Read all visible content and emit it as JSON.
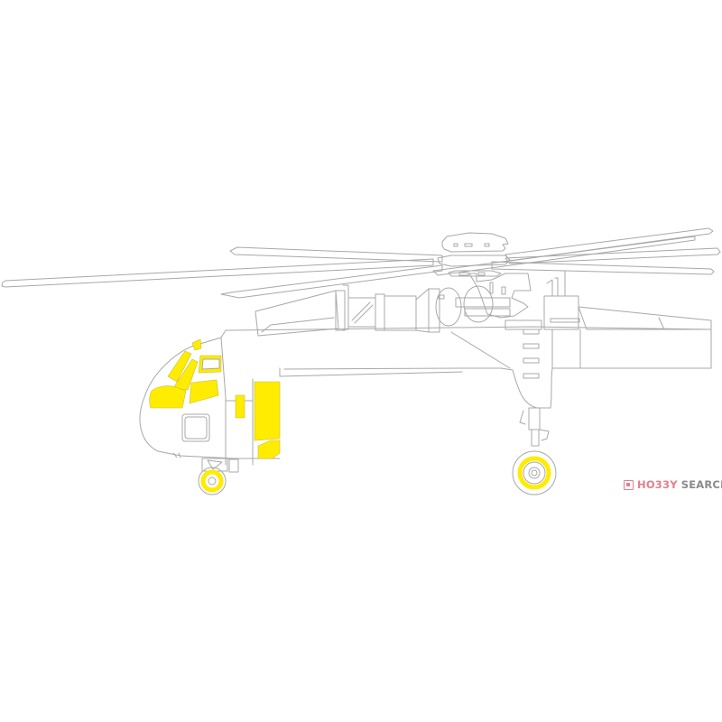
{
  "image": {
    "subject": "helicopter-masking-set-line-drawing",
    "background_color": "#ffffff",
    "line_color": "#a8a8a8",
    "mask_color": "#ffec00"
  },
  "watermark": {
    "icon": "hobby-search-logo-icon",
    "brand_part_1": "HO33Y",
    "brand_part_2": "SEARCH",
    "brand_color": "#e0808c",
    "secondary_color": "#8a8a8a"
  }
}
